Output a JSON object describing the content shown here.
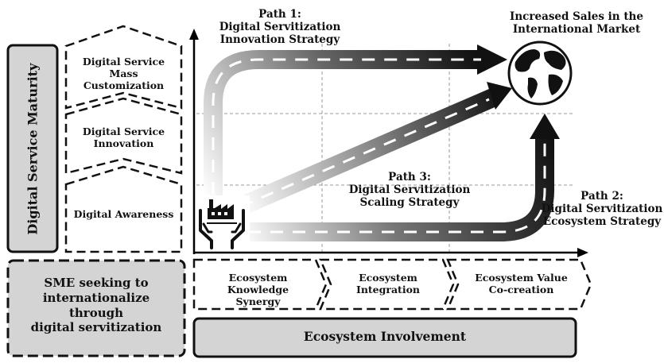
{
  "diagram": {
    "y_axis_label": "Digital Service Maturity",
    "x_axis_label": "Ecosystem Involvement",
    "sme_box": [
      "SME seeking to",
      "internationalize",
      "through",
      "digital servitization"
    ],
    "maturity_levels": [
      [
        "Digital Service",
        "Mass Customization"
      ],
      [
        "Digital Service",
        "Innovation"
      ],
      [
        "Digital Awareness"
      ]
    ],
    "involvement_stages": [
      [
        "Ecosystem Knowledge",
        "Synergy"
      ],
      [
        "Ecosystem",
        "Integration"
      ],
      [
        "Ecosystem Value",
        "Co-creation"
      ]
    ],
    "target": [
      "Increased Sales in the",
      "International Market"
    ],
    "paths": [
      {
        "lines": [
          "Path 1:",
          "Digital Servitization",
          "Innovation Strategy"
        ]
      },
      {
        "lines": [
          "Path 3:",
          "Digital Servitization",
          "Scaling Strategy"
        ]
      },
      {
        "lines": [
          "Path 2:",
          "Digital Servitization",
          "Ecosystem Strategy"
        ]
      }
    ],
    "icons": {
      "origin": "factory-in-hands-icon",
      "target": "globe-icon"
    },
    "colors": {
      "panel_fill": "#d4d4d4",
      "road_dark": "#111111",
      "road_light": "#ffffff",
      "grid": "#9a9a9a"
    }
  }
}
